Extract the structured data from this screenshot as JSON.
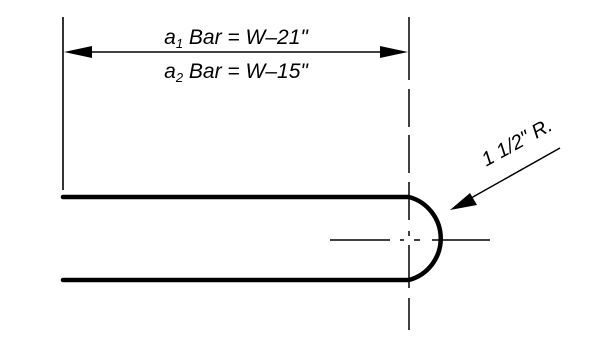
{
  "labels": {
    "a1_var": "a",
    "a1_sub": "1",
    "a1_rest": " Bar  =  W–21\"",
    "a2_var": "a",
    "a2_sub": "2",
    "a2_rest": " Bar  =  W–15\"",
    "radius": "1 1/2\" R."
  },
  "colors": {
    "ink": "#000000",
    "background": "#ffffff"
  }
}
